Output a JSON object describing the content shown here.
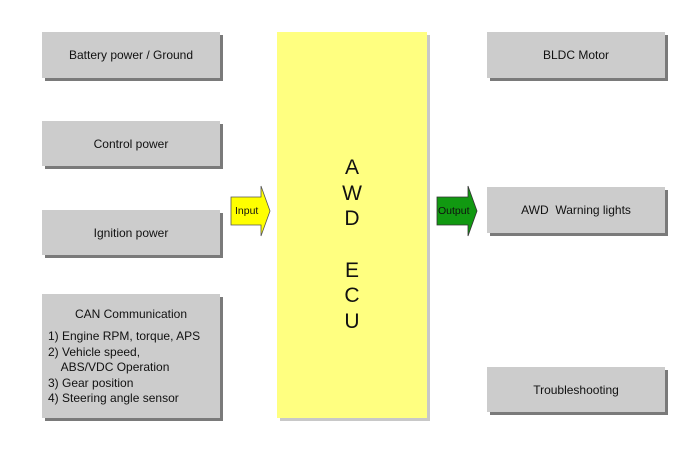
{
  "inputs": [
    {
      "label": "Battery power / Ground"
    },
    {
      "label": "Control power"
    },
    {
      "label": "Ignition power"
    }
  ],
  "can": {
    "title": "CAN  Communication",
    "items": [
      "1) Engine RPM, torque, APS",
      "2) Vehicle speed,",
      "    ABS/VDC Operation",
      "3) Gear position",
      "4) Steering angle sensor"
    ]
  },
  "ecu": {
    "letters": [
      "A",
      "W",
      "D",
      "",
      "E",
      "C",
      "U"
    ],
    "fill_color": "#ffff80"
  },
  "arrows": {
    "input": {
      "label": "Input",
      "color": "#ffff00"
    },
    "output": {
      "label": "Output",
      "color": "#119911"
    }
  },
  "outputs": [
    {
      "label": "BLDC Motor"
    },
    {
      "label": "AWD  Warning lights"
    },
    {
      "label": "Troubleshooting"
    }
  ]
}
